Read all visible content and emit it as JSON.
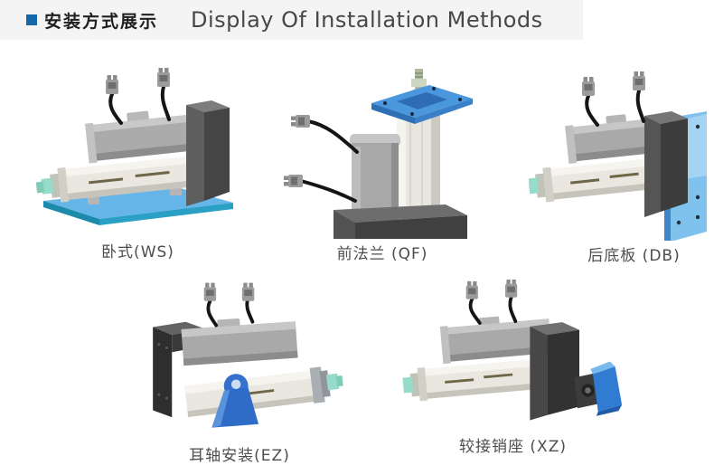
{
  "header": {
    "title_cn": "安装方式展示",
    "title_en": "Display Of Installation Methods"
  },
  "colors": {
    "accent_blue": "#1467a9",
    "header_bg": "#f4f4f4",
    "mount_blue": "#3f87d6",
    "base_plate_blue": "#66b5e8",
    "rod_teal": "#97dbcb",
    "caption_text": "#4d4d4d"
  },
  "products": [
    {
      "id": "ws",
      "label": "卧式(WS)"
    },
    {
      "id": "qf",
      "label": "前法兰 (QF)"
    },
    {
      "id": "db",
      "label": "后底板 (DB)"
    },
    {
      "id": "ez",
      "label": "耳轴安装(EZ)"
    },
    {
      "id": "xz",
      "label": "较接销座 (XZ)"
    }
  ]
}
